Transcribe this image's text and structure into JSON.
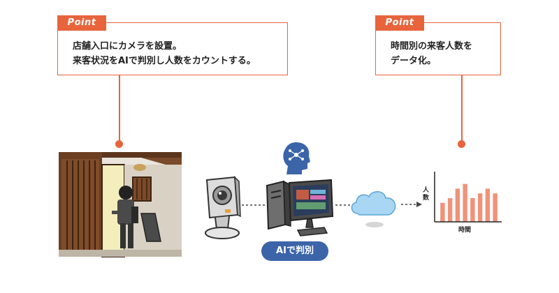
{
  "callouts": [
    {
      "tab": "Point",
      "lines": [
        "店舗入口にカメラを設置。",
        "来客状況をAIで判別し人数をカウントする。"
      ]
    },
    {
      "tab": "Point",
      "lines": [
        "時間別の来客人数を",
        "データ化。"
      ]
    }
  ],
  "ai_badge": "AIで判別",
  "chart": {
    "ylabel": "人数",
    "xlabel": "時間",
    "bar_color": "#f0927a"
  },
  "chart_data": {
    "type": "bar",
    "categories": [
      "",
      "",
      "",
      "",
      "",
      "",
      "",
      ""
    ],
    "values": [
      4,
      5,
      7,
      8,
      5,
      6,
      7,
      6
    ],
    "title": "",
    "xlabel": "時間",
    "ylabel": "人数",
    "ylim": [
      0,
      10
    ]
  },
  "colors": {
    "accent": "#e8643c",
    "badge": "#3c64a8",
    "cloud": "#a9d6f2"
  }
}
